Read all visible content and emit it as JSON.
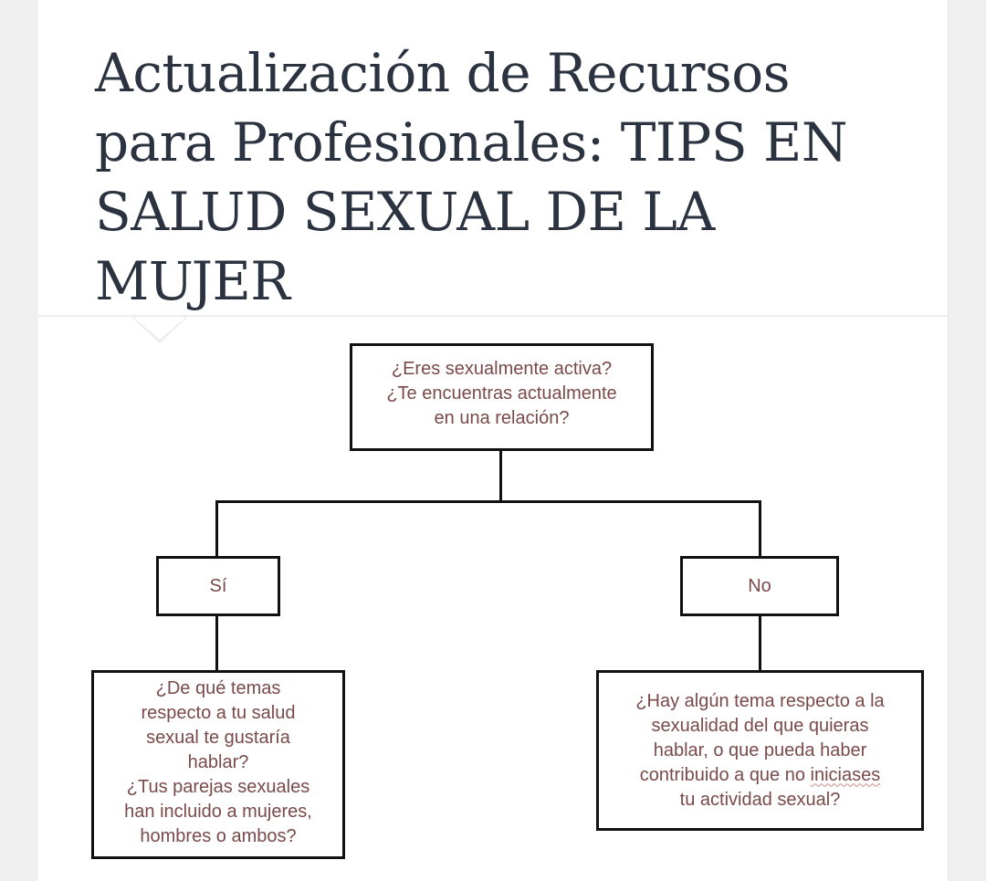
{
  "article": {
    "title": "Actualización de Recursos para Profesionales: TIPS EN SALUD SEXUAL DE LA MUJER"
  },
  "flowchart": {
    "root": {
      "text": "¿Eres sexualmente activa?\n¿Te encuentras actualmente\nen una relación?"
    },
    "branches": [
      {
        "label": "Sí",
        "question": "¿De qué temas\nrespecto a tu salud\nsexual te gustaría\nhablar?\n¿Tus parejas sexuales\nhan incluido a mujeres,\nhombres o ambos?"
      },
      {
        "label": "No",
        "question_parts": {
          "before": "¿Hay algún tema respecto a la\nsexualidad del que quieras\nhablar, o que pueda haber\ncontribuido a que no ",
          "underlined": "iniciases",
          "after": "\ntu actividad sexual?"
        }
      }
    ],
    "colors": {
      "text": "#7a4a4a",
      "border": "#111111",
      "title": "#2b3340"
    }
  }
}
